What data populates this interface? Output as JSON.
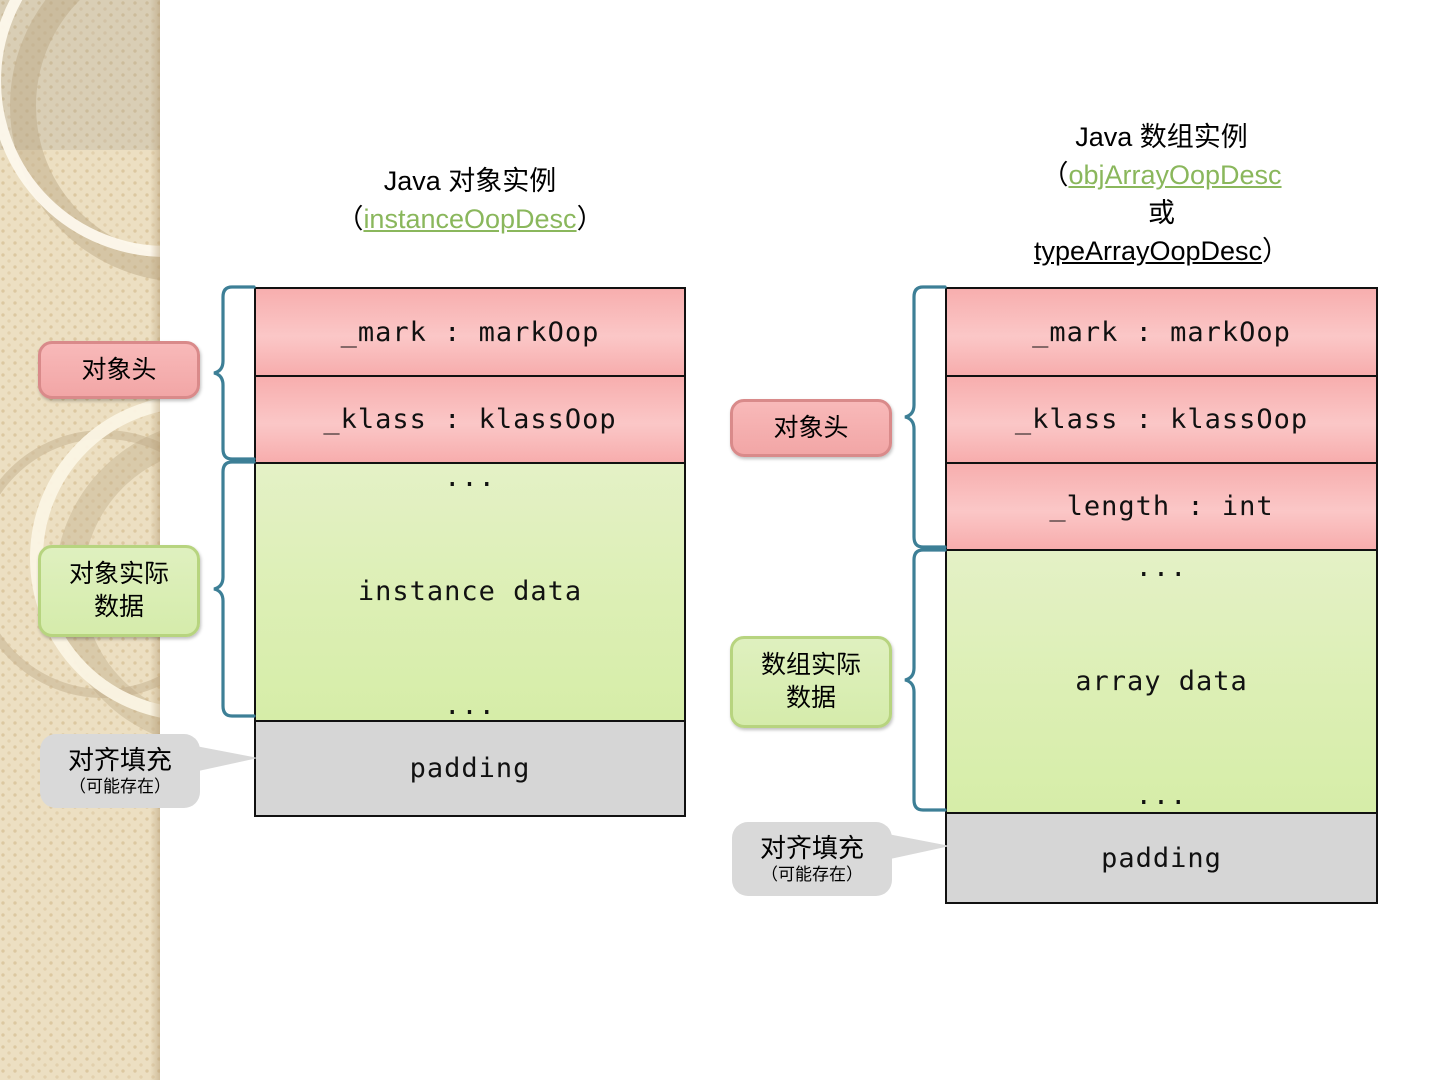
{
  "slide": {
    "background_color": "#ffffff",
    "sidebar_color": "#ecdfc2",
    "accent_green": "#8ab75c",
    "brace_color": "#3d7f96",
    "header_row_color": "#f7aeae",
    "data_row_color": "#dcefb4",
    "padding_row_color": "#d6d6d6"
  },
  "left_diagram": {
    "title_line1": "Java 对象实例",
    "title_paren_open": "（",
    "title_link": "instanceOopDesc",
    "title_paren_close": "）",
    "rows": [
      {
        "text": "_mark : markOop",
        "kind": "header"
      },
      {
        "text": "_klass : klassOop",
        "kind": "header"
      },
      {
        "line1": "...",
        "line2": "instance data",
        "line3": "...",
        "kind": "data"
      },
      {
        "text": "padding",
        "kind": "padding"
      }
    ],
    "labels": {
      "header": "对象头",
      "data_line1": "对象实际",
      "data_line2": "数据",
      "padding_main": "对齐填充",
      "padding_sub": "（可能存在）"
    }
  },
  "right_diagram": {
    "title_line1": "Java 数组实例",
    "title_paren_open": "（",
    "title_link1": "objArrayOopDesc",
    "title_or": "或",
    "title_link2": "typeArrayOopDesc",
    "title_paren_close": "）",
    "rows": [
      {
        "text": "_mark : markOop",
        "kind": "header"
      },
      {
        "text": "_klass : klassOop",
        "kind": "header"
      },
      {
        "text": "_length : int",
        "kind": "header"
      },
      {
        "line1": "...",
        "line2": "array data",
        "line3": "...",
        "kind": "data"
      },
      {
        "text": "padding",
        "kind": "padding"
      }
    ],
    "labels": {
      "header": "对象头",
      "data_line1": "数组实际",
      "data_line2": "数据",
      "padding_main": "对齐填充",
      "padding_sub": "（可能存在）"
    }
  }
}
